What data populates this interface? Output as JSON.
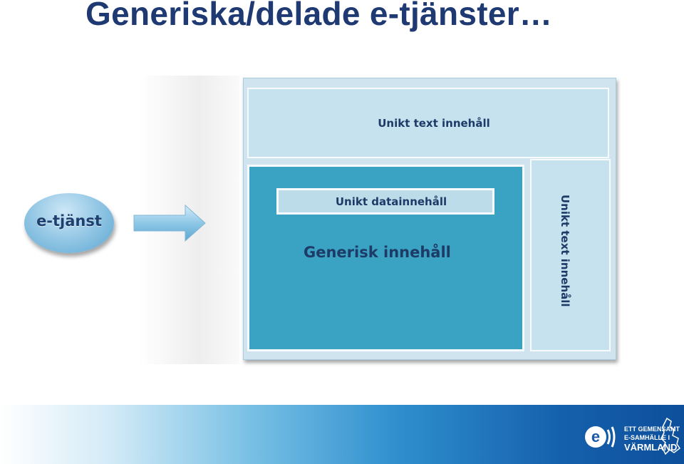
{
  "slide": {
    "title": "Generiska/delade e-tjänster…"
  },
  "diagram": {
    "source_label": "e-tjänst",
    "top_box_label": "Unikt text innehåll",
    "data_bar_label": "Unikt datainnehåll",
    "generic_label": "Generisk innehåll",
    "side_box_label": "Unikt text innehåll"
  },
  "footer": {
    "logo_lines": [
      "ETT GEMENSAMT",
      "E-SAMHÄLLE I",
      "VÄRMLAND"
    ]
  },
  "colors": {
    "title": "#1f3a73",
    "generic_box": "#3aa2c2",
    "light_box": "#c7e2ef",
    "footer_dark": "#0d4f9b"
  }
}
